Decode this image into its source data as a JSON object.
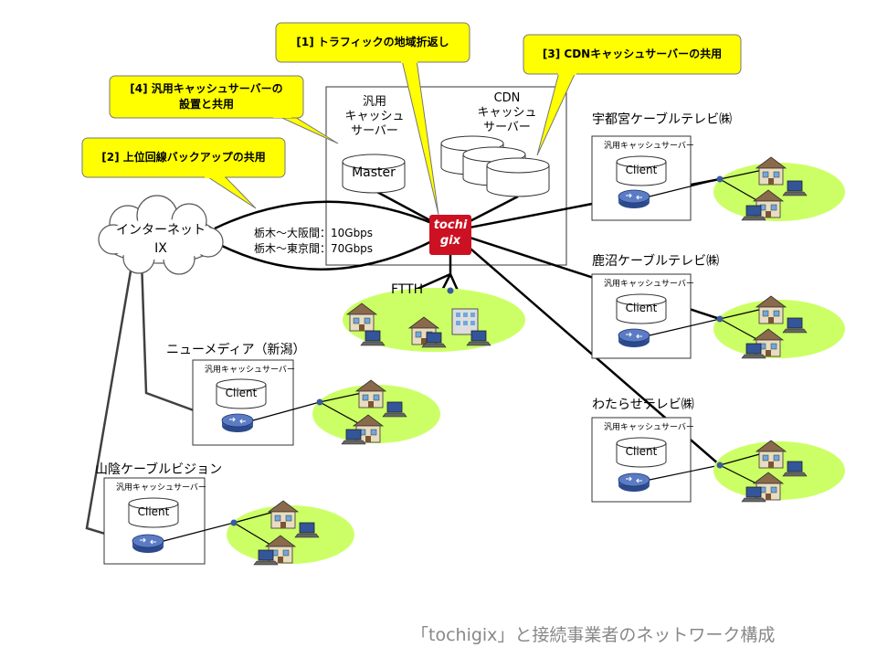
{
  "callouts": {
    "c1": "[1] トラフィックの地域折返し",
    "c2": "[2] 上位回線バックアップの共用",
    "c3": "[3] CDNキャッシュサーバーの共用",
    "c4_line1": "[4] 汎用キャッシュサーバーの",
    "c4_line2": "設置と共用"
  },
  "core": {
    "general_cache_l1": "汎用",
    "general_cache_l2": "キャッシュ",
    "general_cache_l3": "サーバー",
    "cdn_l1": "CDN",
    "cdn_l2": "キャッシュ",
    "cdn_l3": "サーバー",
    "master_label": "Master",
    "logo_line1": "tochi",
    "logo_line2": "gix"
  },
  "internet": {
    "line1": "インターネット",
    "line2": "IX"
  },
  "links": {
    "osaka": "栃木～大阪間：10Gbps",
    "tokyo": "栃木～東京間：70Gbps"
  },
  "ftth_label": "FTTH",
  "cache_server_label": "汎用キャッシュサーバー",
  "client_label": "Client",
  "operators": {
    "utsunomiya": "宇都宮ケーブルテレビ㈱",
    "kanuma": "鹿沼ケーブルテレビ㈱",
    "watarase": "わたらせテレビ㈱",
    "newmedia": "ニューメディア（新潟）",
    "sanin": "山陰ケーブルビジョン"
  },
  "caption": "「tochigix」と接続事業者のネットワーク構成",
  "colors": {
    "callout_fill": "#ffff00",
    "green_area": "#ccff66",
    "router_blue": "#3a5ba0",
    "logo_red": "#cc1122",
    "caption_gray": "#888888"
  }
}
